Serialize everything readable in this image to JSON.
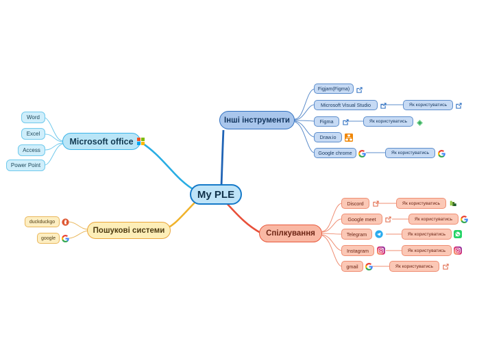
{
  "diagram": {
    "type": "mind-map",
    "center": {
      "label": "My PLE"
    },
    "branches": [
      {
        "id": "microsoft-office",
        "label": "Microsoft office",
        "color": "#3ab3e8",
        "icon": "microsoft-logo-icon",
        "children": [
          {
            "label": "Word"
          },
          {
            "label": "Excel"
          },
          {
            "label": "Access"
          },
          {
            "label": "Power Point"
          }
        ]
      },
      {
        "id": "inshi-instrumenty",
        "label": "Інші інструменти",
        "color": "#2f6fc0",
        "children": [
          {
            "label": "Figjam(Figma)",
            "icon": "external-link-icon"
          },
          {
            "label": "Microsoft Visual Studio",
            "icon": "external-link-icon",
            "child": {
              "label": "Як користуватись",
              "icon": "external-link-icon"
            }
          },
          {
            "label": "Figma",
            "icon": "external-link-icon",
            "child": {
              "label": "Як користуватись",
              "icon": "figma-diamond-icon"
            }
          },
          {
            "label": "Draw.io",
            "icon": "drawio-icon"
          },
          {
            "label": "Google chrome",
            "icon": "google-g-icon",
            "child": {
              "label": "Як користуватись",
              "icon": "google-g-icon"
            }
          }
        ]
      },
      {
        "id": "poshukovi-systemy",
        "label": "Пошукові системи",
        "color": "#eaa53a",
        "children": [
          {
            "label": "duckduckgo",
            "icon": "duckduckgo-icon"
          },
          {
            "label": "google",
            "icon": "google-g-icon"
          }
        ]
      },
      {
        "id": "spilkuvannya",
        "label": "Спілкування",
        "color": "#e8563a",
        "children": [
          {
            "label": "Discord",
            "icon": "external-link-icon",
            "child": {
              "label": "Як користуватись",
              "icon": "green-badge-icon"
            }
          },
          {
            "label": "Google meet",
            "icon": "external-link-icon",
            "child": {
              "label": "Як користуватись",
              "icon": "google-g-icon"
            }
          },
          {
            "label": "Telegram",
            "icon": "telegram-icon",
            "child": {
              "label": "Як користуватись",
              "icon": "whatsapp-icon"
            }
          },
          {
            "label": "Instagram",
            "icon": "instagram-icon",
            "child": {
              "label": "Як користуватись",
              "icon": "instagram-icon"
            }
          },
          {
            "label": "gmail",
            "icon": "google-g-icon",
            "child": {
              "label": "Як користуватись",
              "icon": "external-link-icon"
            }
          }
        ]
      }
    ]
  }
}
